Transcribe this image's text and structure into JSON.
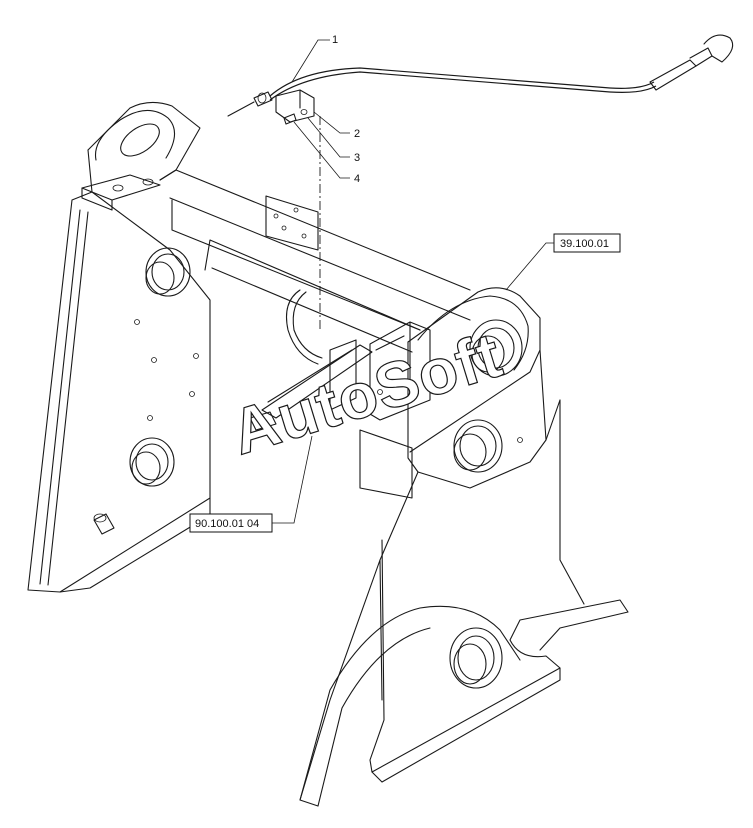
{
  "callouts": [
    {
      "id": "1",
      "label": "1"
    },
    {
      "id": "2",
      "label": "2"
    },
    {
      "id": "3",
      "label": "3"
    },
    {
      "id": "4",
      "label": "4"
    }
  ],
  "references": {
    "frame_ref": "39.100.01",
    "lower_ref": "90.100.01 04"
  },
  "watermark": "AutoSoft",
  "colors": {
    "line": "#1a1a1a",
    "background": "#ffffff"
  }
}
